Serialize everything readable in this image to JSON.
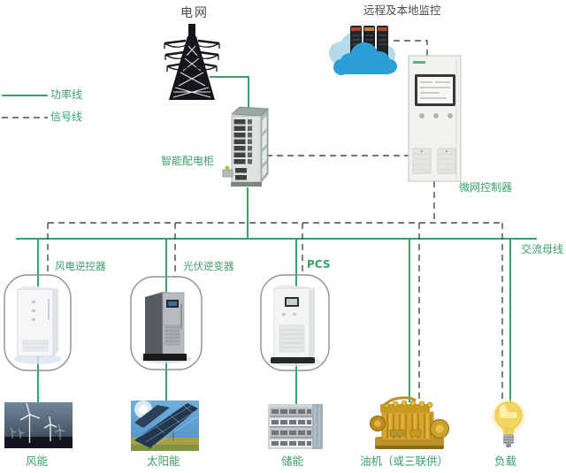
{
  "legend": {
    "power": "功率线",
    "signal": "信号线"
  },
  "labels": {
    "grid": "电网",
    "monitoring": "远程及本地监控",
    "smart_cabinet": "智能配电柜",
    "controller": "微网控制器",
    "ac_bus": "交流母线",
    "wind_inverter": "风电逆控器",
    "pv_inverter": "光伏逆变器",
    "pcs": "PCS",
    "wind": "风能",
    "solar": "太阳能",
    "storage": "储能",
    "diesel": "油机（或三联供）",
    "load": "负载"
  },
  "colors": {
    "power_line": "#3aa06a",
    "signal_line": "#4a4a50",
    "label_green": "#3aa06a",
    "label_dark": "#4b4b55"
  }
}
